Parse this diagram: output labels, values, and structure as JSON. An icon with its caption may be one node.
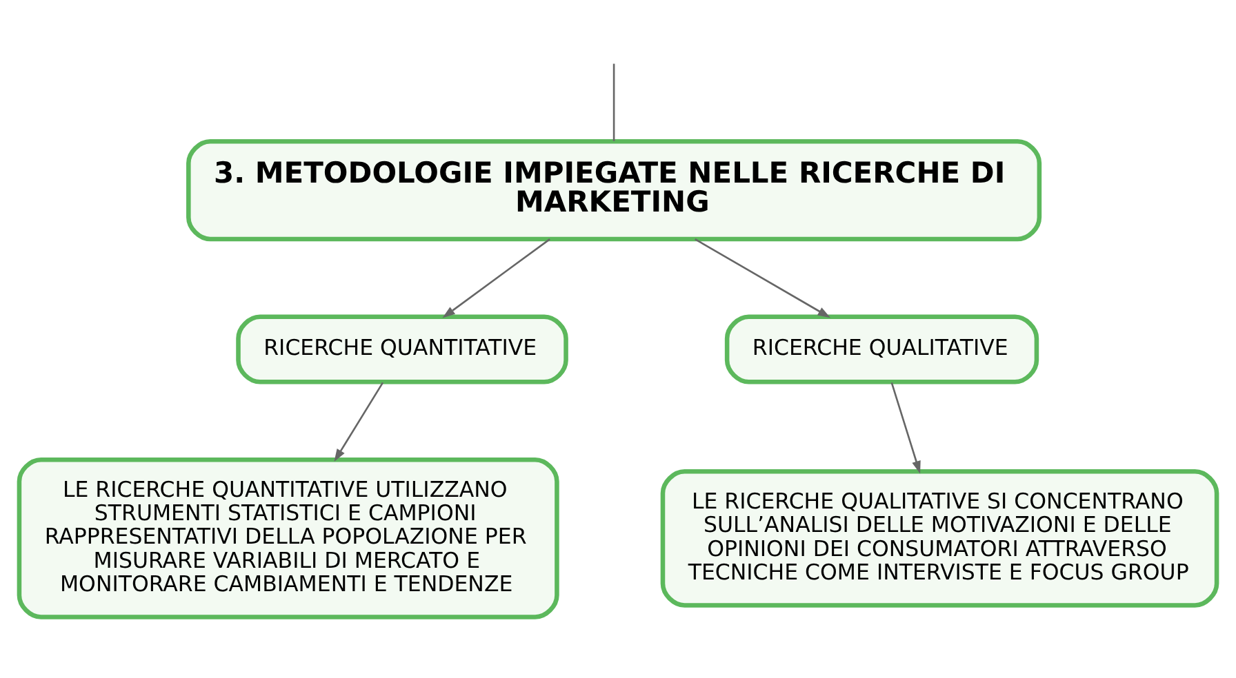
{
  "diagram": {
    "nodes": [
      {
        "text": [
          "3. METODOLOGIE IMPIEGATE NELLE RICERCHE DI MARKETING"
        ]
      },
      {
        "text": [
          "RICERCHE QUANTITATIVE"
        ]
      },
      {
        "text": [
          "RICERCHE QUALITATIVE"
        ]
      },
      {
        "text": [
          "LE RICERCHE QUANTITATIVE UTILIZZANO STRUMENTI STATISTICI E CAMPIONI RAPPRESENTATIVI DELLA POPOLAZIONE PER MISURARE VARIABILI DI MERCATO E MONITORARE CAMBIAMENTI E TENDENZE"
        ]
      },
      {
        "text": [
          "LE RICERCHE QUALITATIVE SI CONCENTRANO SULL’ANALISI DELLE MOTIVAZIONI E DELLE OPINIONI DEI CONSUMATORI ATTRAVERSO TECNICHE COME INTERVISTE E FOCUS GROUP"
        ]
      }
    ],
    "edges": [
      {
        "from": null,
        "to": 0,
        "arrow": "none"
      },
      {
        "from": 0,
        "to": 1,
        "arrow": "to"
      },
      {
        "from": 0,
        "to": 2,
        "arrow": "to"
      },
      {
        "from": 1,
        "to": 3,
        "arrow": "to"
      },
      {
        "from": 2,
        "to": 4,
        "arrow": "to"
      }
    ]
  }
}
